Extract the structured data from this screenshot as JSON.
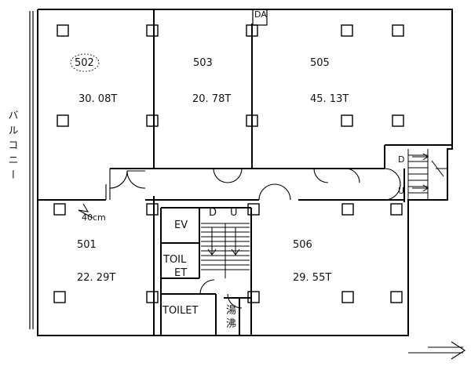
{
  "balcony_label": "バルコニー",
  "door_tag": "DA",
  "rooms": [
    {
      "id": "502",
      "name": "502",
      "area": "30. 08T"
    },
    {
      "id": "503",
      "name": "503",
      "area": "20. 78T"
    },
    {
      "id": "505",
      "name": "505",
      "area": "45. 13T"
    },
    {
      "id": "501",
      "name": "501",
      "area": "22. 29T"
    },
    {
      "id": "506",
      "name": "506",
      "area": "29. 55T"
    }
  ],
  "ev_label": "EV",
  "stair_down_label": "D",
  "stair_up_label": "U",
  "toilet_label_line1": "TOIL",
  "toilet_label_line2": "ET",
  "toilet2_label": "TOILET",
  "hot_water_line1": "湯",
  "hot_water_line2": "沸",
  "side_stair_down": "D",
  "side_stair_up": "U",
  "dimension_note": "40cm"
}
